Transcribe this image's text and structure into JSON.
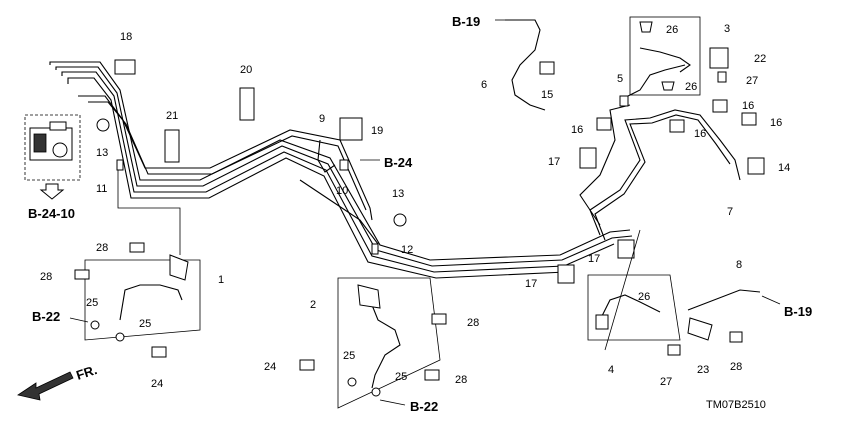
{
  "diagram": {
    "code": "TM07B2510",
    "direction": "FR.",
    "refs": {
      "b19_top": "B-19",
      "b24": "B-24",
      "b24_10": "B-24-10",
      "b22_left": "B-22",
      "b22_bottom": "B-22",
      "b19_right": "B-19"
    },
    "callouts": {
      "c1": "1",
      "c2": "2",
      "c3": "3",
      "c4": "4",
      "c5": "5",
      "c6": "6",
      "c7": "7",
      "c8": "8",
      "c9": "9",
      "c10": "10",
      "c11": "11",
      "c12": "12",
      "c13a": "13",
      "c13b": "13",
      "c14": "14",
      "c15": "15",
      "c16a": "16",
      "c16b": "16",
      "c16c": "16",
      "c16d": "16",
      "c17a": "17",
      "c17b": "17",
      "c17c": "17",
      "c18": "18",
      "c19": "19",
      "c20": "20",
      "c21": "21",
      "c22": "22",
      "c23": "23",
      "c24a": "24",
      "c24b": "24",
      "c25a": "25",
      "c25b": "25",
      "c25c": "25",
      "c25d": "25",
      "c26a": "26",
      "c26b": "26",
      "c26c": "26",
      "c27a": "27",
      "c27b": "27",
      "c28a": "28",
      "c28b": "28",
      "c28c": "28",
      "c28d": "28",
      "c28e": "28"
    }
  }
}
